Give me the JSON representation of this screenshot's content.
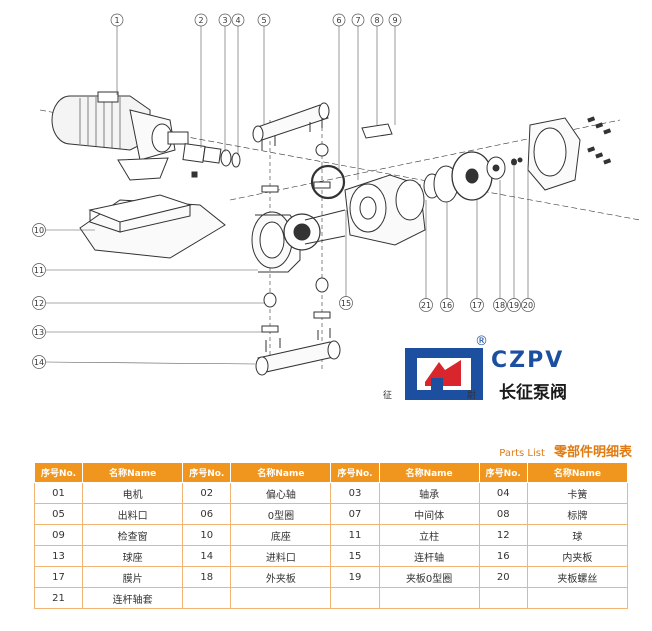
{
  "callouts": {
    "top": [
      "1",
      "2",
      "3",
      "4",
      "5",
      "6",
      "7",
      "8",
      "9"
    ],
    "left": [
      "10",
      "11",
      "12",
      "13",
      "14"
    ],
    "bottom": [
      "21",
      "16",
      "17",
      "18",
      "19",
      "20",
      "15"
    ]
  },
  "logo": {
    "brand_en": "CZPV",
    "reg_mark": "®",
    "brand_cn": "长征泵阀",
    "small_left": "征",
    "small_right": "尉"
  },
  "parts_list": {
    "title_en": "Parts List",
    "title_cn": "零部件明细表",
    "headers": [
      "序号No.",
      "名称Name",
      "序号No.",
      "名称Name",
      "序号No.",
      "名称Name",
      "序号No.",
      "名称Name"
    ],
    "rows": [
      [
        "01",
        "电机",
        "02",
        "偏心轴",
        "03",
        "轴承",
        "04",
        "卡簧"
      ],
      [
        "05",
        "出料口",
        "06",
        "0型圈",
        "07",
        "中间体",
        "08",
        "标牌"
      ],
      [
        "09",
        "检查窗",
        "10",
        "底座",
        "11",
        "立柱",
        "12",
        "球"
      ],
      [
        "13",
        "球座",
        "14",
        "进料口",
        "15",
        "连杆轴",
        "16",
        "内夹板"
      ],
      [
        "17",
        "膜片",
        "18",
        "外夹板",
        "19",
        "夹板0型圈",
        "20",
        "夹板螺丝"
      ],
      [
        "21",
        "连杆轴套",
        "",
        "",
        "",
        "",
        "",
        ""
      ]
    ]
  },
  "colors": {
    "header_orange": "#f0961e",
    "title_orange": "#e07b12",
    "logo_blue": "#1d4fa0",
    "logo_red": "#d8262c"
  }
}
